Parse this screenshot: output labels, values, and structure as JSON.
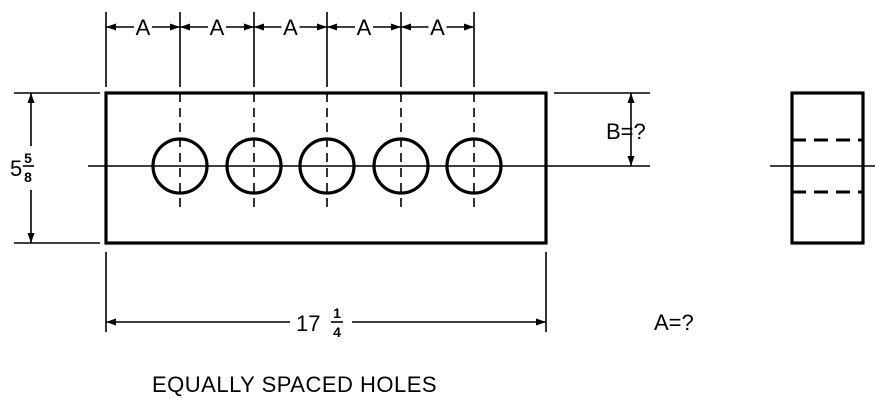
{
  "spacing_label": "A",
  "spacing_count": 5,
  "hole_count": 5,
  "height_dimension": {
    "whole": "5",
    "numerator": "5",
    "denominator": "8"
  },
  "width_dimension": {
    "whole": "17",
    "numerator": "1",
    "denominator": "4"
  },
  "offset_label": "B=?",
  "spacing_question": "A=?",
  "caption": "EQUALLY SPACED HOLES"
}
